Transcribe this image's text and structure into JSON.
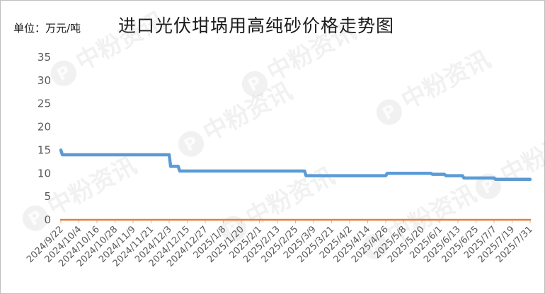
{
  "unit_label": "单位：万元/吨",
  "watermark": "中粉资讯",
  "watermark_logo": "P",
  "chart_data": {
    "type": "line",
    "title": "进口光伏坩埚用高纯砂价格走势图",
    "ylim": [
      0,
      35
    ],
    "yticks": [
      0,
      5,
      10,
      15,
      20,
      25,
      30,
      35
    ],
    "x_tick_labels": [
      "2024/9/22",
      "2024/10/4",
      "2024/10/16",
      "2024/10/28",
      "2024/11/9",
      "2024/11/21",
      "2024/12/3",
      "2024/12/15",
      "2024/12/27",
      "2025/1/8",
      "2025/1/20",
      "2025/2/1",
      "2025/2/13",
      "2025/2/25",
      "2025/3/9",
      "2025/3/21",
      "2025/4/2",
      "2025/4/14",
      "2025/4/26",
      "2025/5/8",
      "2025/5/20",
      "2025/6/1",
      "2025/6/13",
      "2025/6/25",
      "2025/7/7",
      "2025/7/19",
      "2025/7/31"
    ],
    "x_start": "2024/9/22",
    "x_end": "2025/7/31",
    "grid": false,
    "series": [
      {
        "color": "#5b9bd5",
        "points": [
          [
            "2024/9/22",
            15
          ],
          [
            "2024/9/23",
            14
          ],
          [
            "2024/12/3",
            14
          ],
          [
            "2024/12/4",
            11.5
          ],
          [
            "2024/12/9",
            11.5
          ],
          [
            "2024/12/10",
            10.5
          ],
          [
            "2025/3/3",
            10.5
          ],
          [
            "2025/3/4",
            9.5
          ],
          [
            "2025/4/26",
            9.5
          ],
          [
            "2025/4/27",
            10
          ],
          [
            "2025/5/26",
            10
          ],
          [
            "2025/5/27",
            9.8
          ],
          [
            "2025/6/4",
            9.8
          ],
          [
            "2025/6/5",
            9.5
          ],
          [
            "2025/6/16",
            9.5
          ],
          [
            "2025/6/17",
            9
          ],
          [
            "2025/7/7",
            9
          ],
          [
            "2025/7/8",
            8.7
          ],
          [
            "2025/7/31",
            8.7
          ]
        ]
      },
      {
        "color": "#ed7d31",
        "points": [
          [
            "2024/9/22",
            0
          ],
          [
            "2025/7/31",
            0
          ]
        ]
      }
    ]
  }
}
